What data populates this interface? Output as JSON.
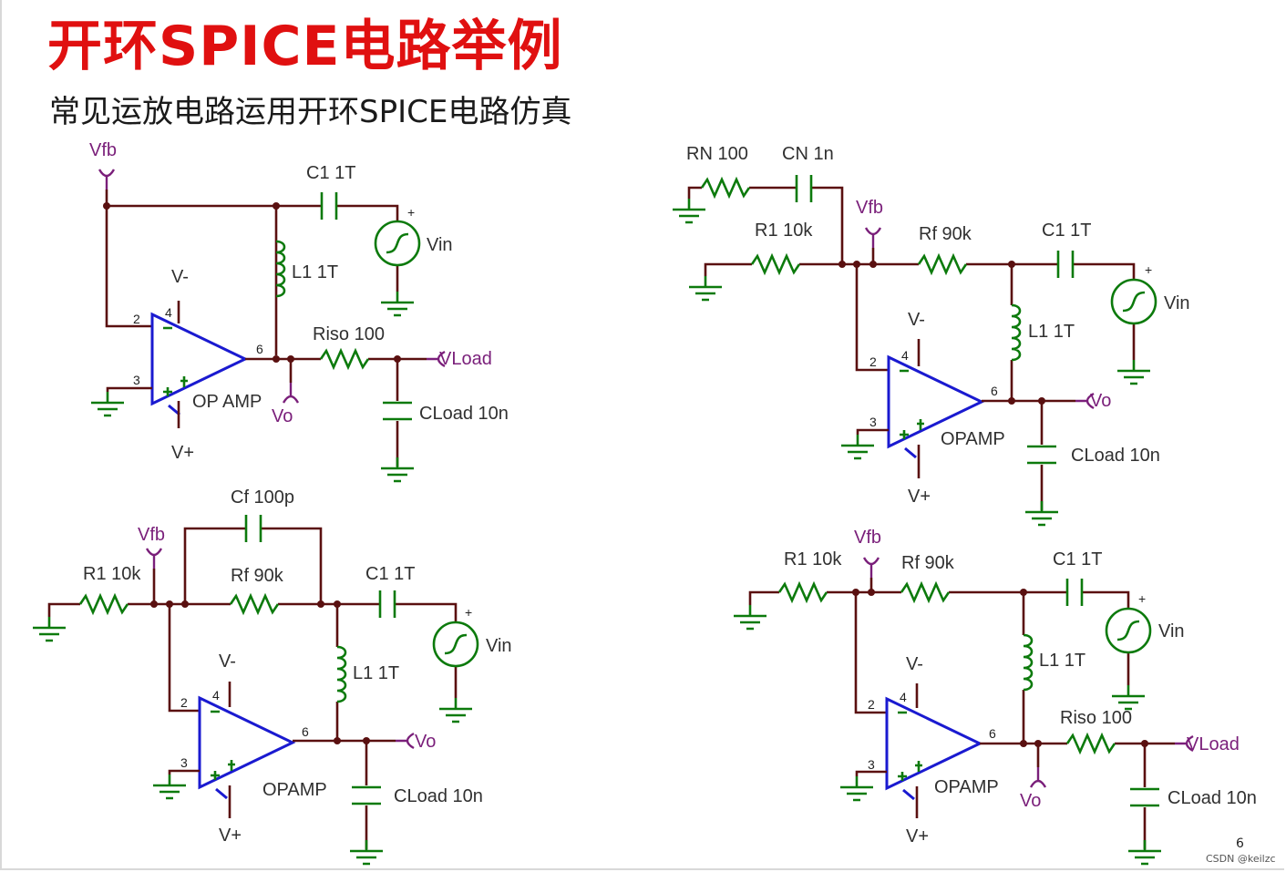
{
  "slide": {
    "title": "开环SPICE电路举例",
    "subtitle": "常见运放电路运用开环SPICE电路仿真",
    "page_number": "6",
    "watermark": "CSDN @keilzc"
  },
  "colors": {
    "title": "#e01010",
    "wire": "#5a1010",
    "component": "#0c7a0c",
    "opamp": "#1a1ad0",
    "signal": "#7a1f7a"
  },
  "labels": {
    "vfb": "Vfb",
    "vin": "Vin",
    "vo": "Vo",
    "vload": "VLoad",
    "vminus": "V-",
    "vplus": "V+",
    "opamp": "OP AMP",
    "opamp2": "OPAMP",
    "c1": "C1 1T",
    "l1": "L1 1T",
    "riso": "Riso 100",
    "cload": "CLoad 10n",
    "r1": "R1 10k",
    "rf": "Rf 90k",
    "cf": "Cf 100p",
    "rn": "RN 100",
    "cn": "CN 1n",
    "pin2": "2",
    "pin3": "3",
    "pin4": "4",
    "pin6": "6",
    "plus": "+",
    "minus": "−"
  }
}
